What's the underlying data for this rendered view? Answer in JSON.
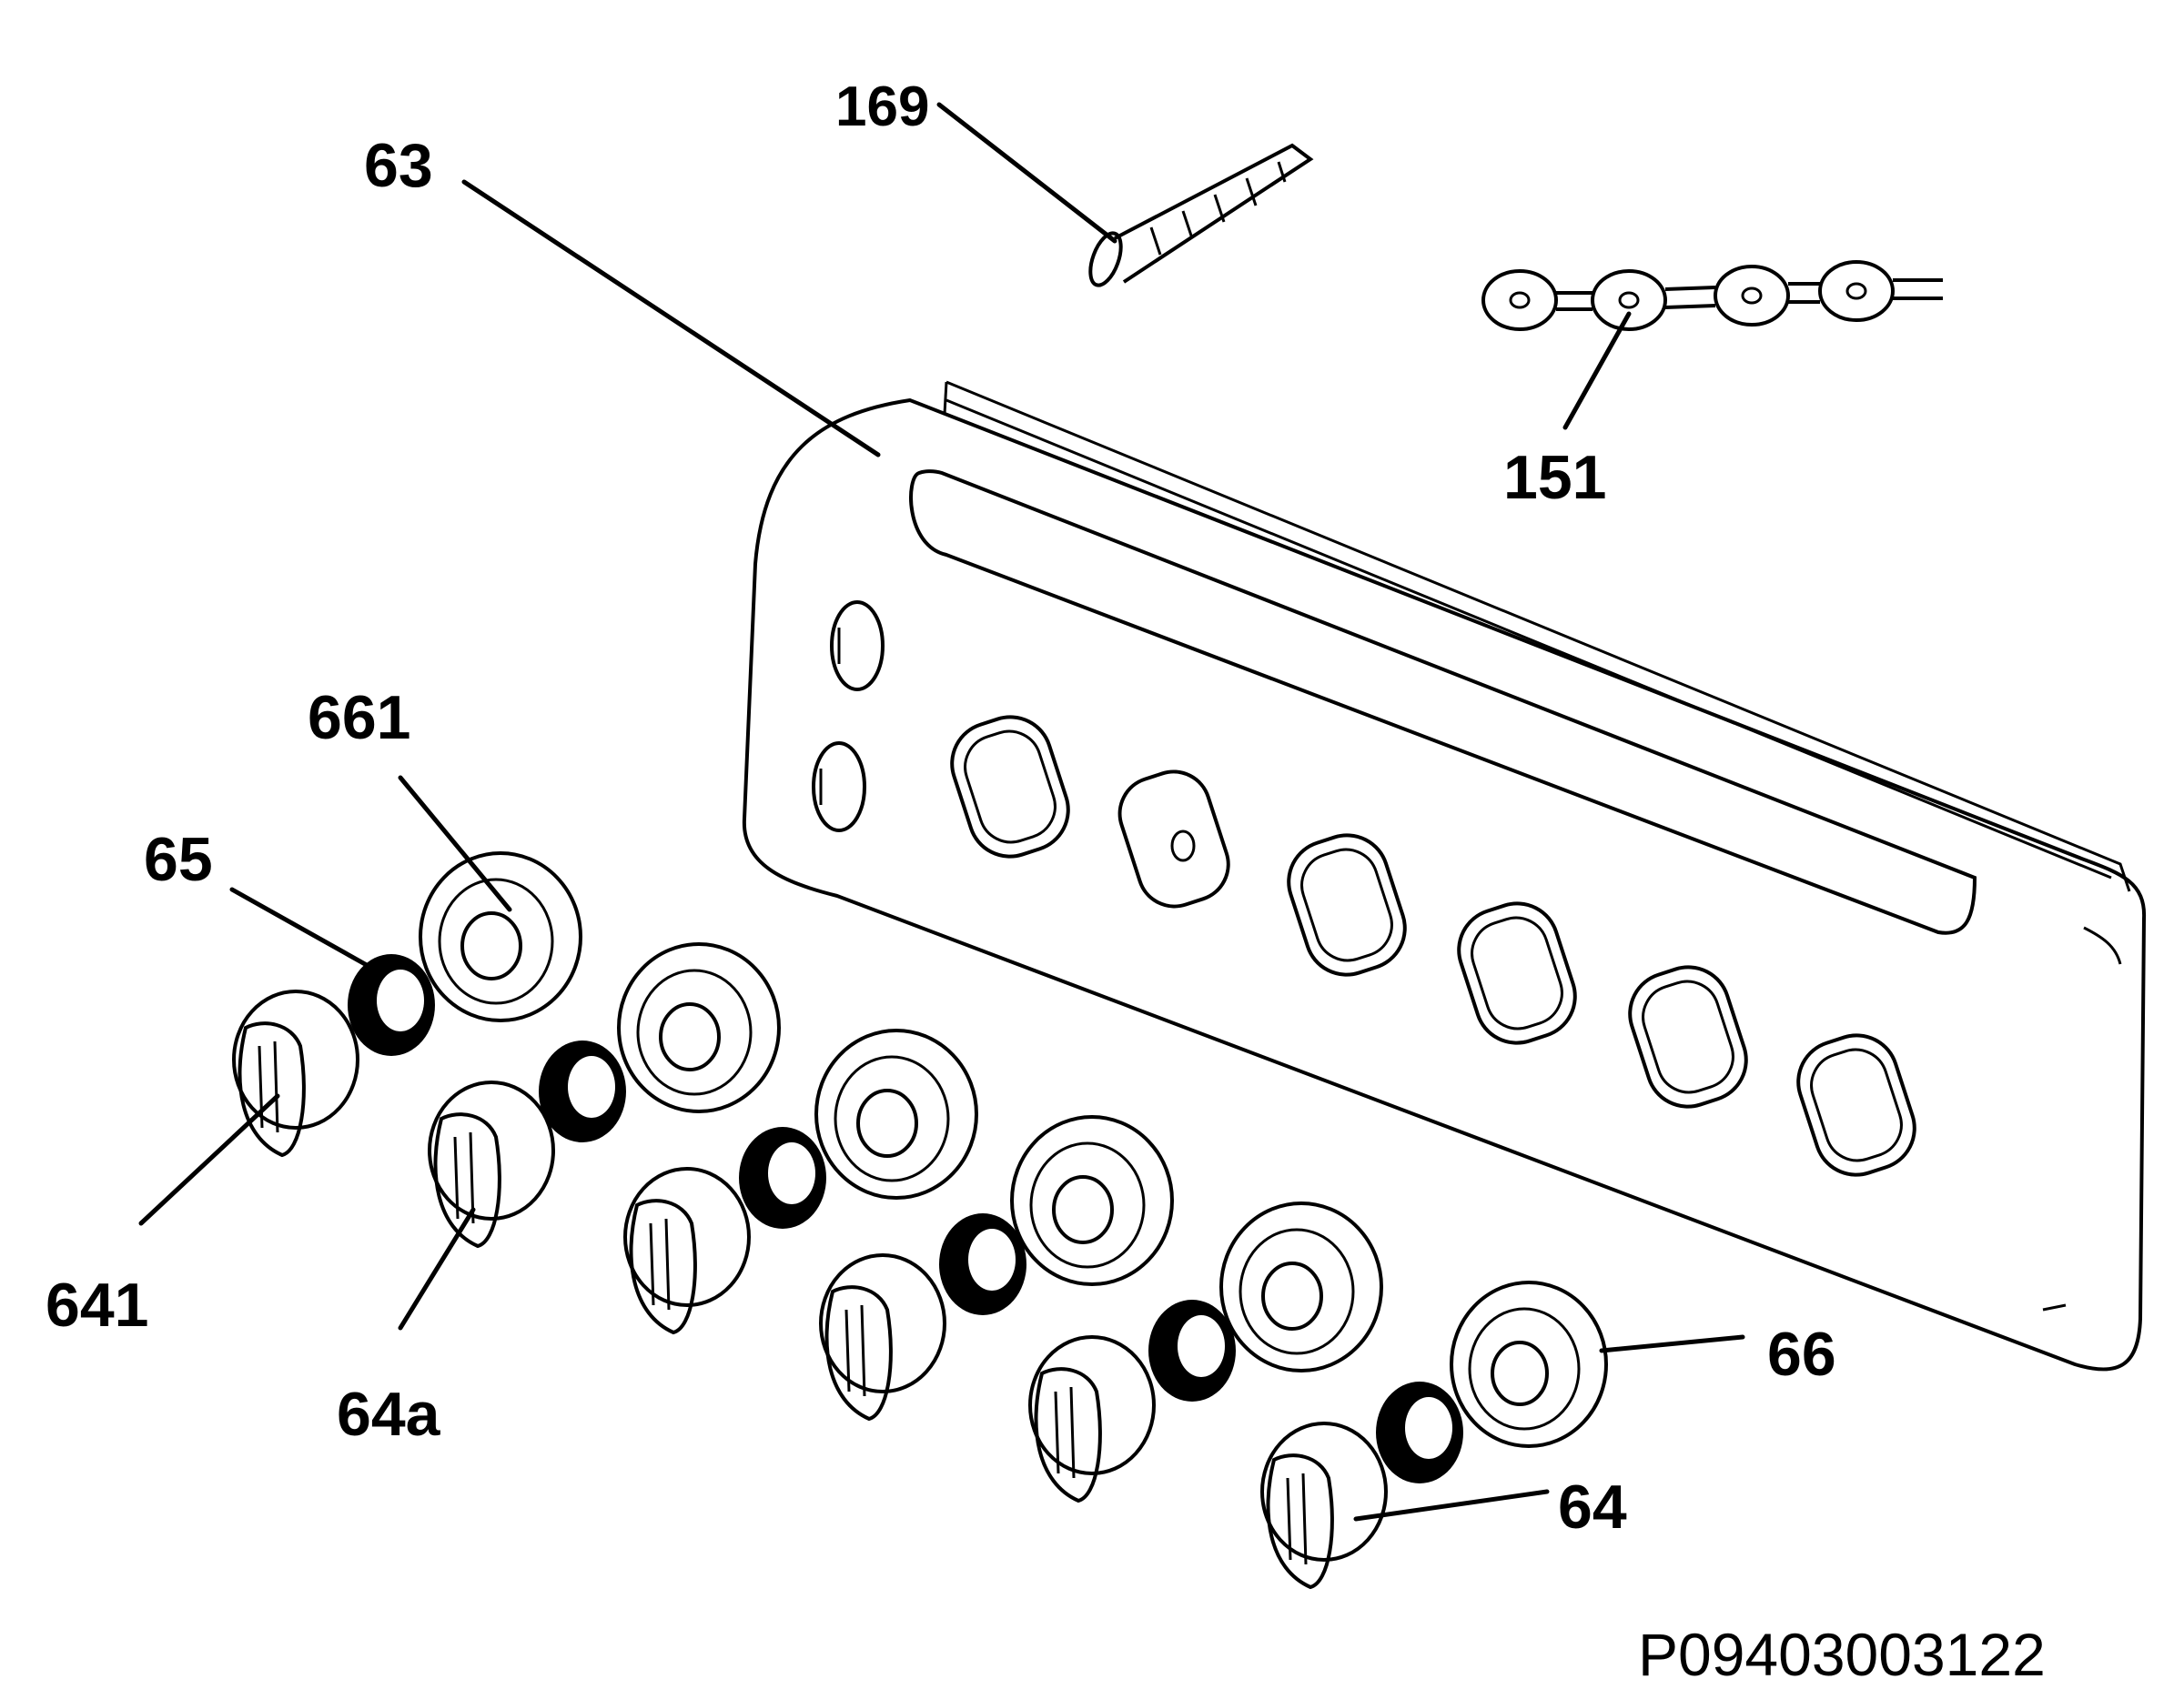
{
  "labels": {
    "p169": "169",
    "p63": "63",
    "p151": "151",
    "p661": "661",
    "p65": "65",
    "p641": "641",
    "p64a": "64a",
    "p66": "66",
    "p64": "64"
  },
  "reference": "P09403003122"
}
